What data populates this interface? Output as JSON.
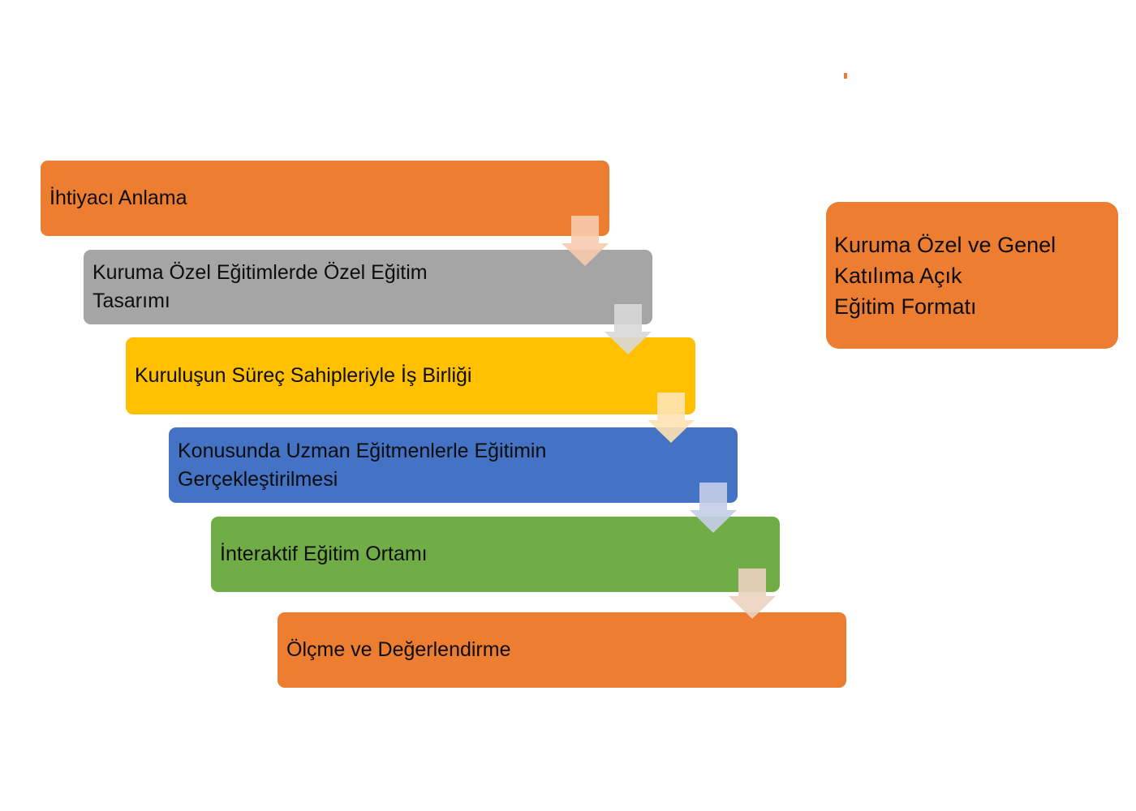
{
  "colors": {
    "orange": "#ED7D31",
    "gray": "#A5A5A5",
    "yellow": "#FFC000",
    "blue": "#4472C4",
    "green": "#70AD47",
    "arrow_orange": "#F8CBAD",
    "arrow_gray": "#D9D9D9",
    "arrow_yellow": "#FFE4B3",
    "arrow_blue": "#C5CEE8",
    "arrow_green": "#EDD2C0"
  },
  "steps": [
    {
      "label": "İhtiyacı Anlama"
    },
    {
      "label": "Kuruma Özel Eğitimlerde Özel Eğitim\nTasarımı"
    },
    {
      "label": "Kuruluşun Süreç Sahipleriyle İş Birliği"
    },
    {
      "label": "Konusunda Uzman Eğitmenlerle Eğitimin\nGerçekleştirilmesi"
    },
    {
      "label": "İnteraktif Eğitim Ortamı"
    },
    {
      "label": "Ölçme ve Değerlendirme"
    }
  ],
  "side_box": {
    "label": "Kuruma Özel ve Genel\nKatılıma Açık\nEğitim Formatı"
  }
}
